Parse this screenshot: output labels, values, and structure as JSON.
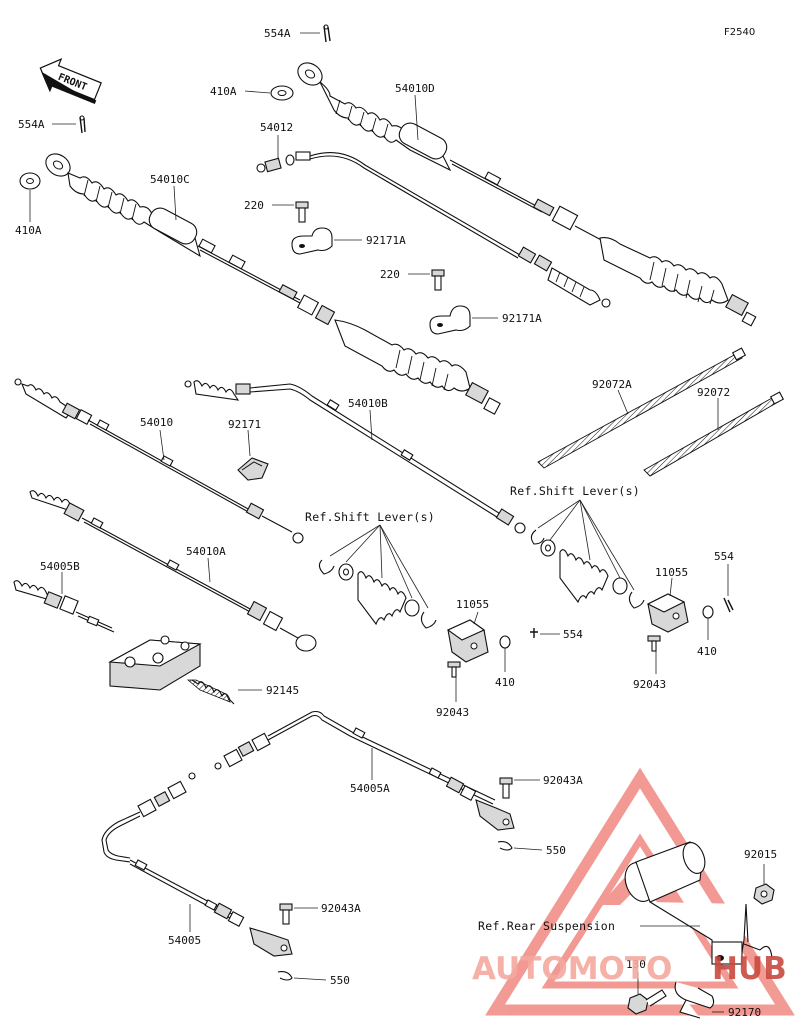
{
  "diagram_code": "F2540",
  "front_label": "FRONT",
  "watermark": {
    "word_a": "AUTOMOTO",
    "word_b": "HUB",
    "color_a": "#f4a99e",
    "color_b": "#c84a3f"
  },
  "labels": {
    "p554A_top": "554A",
    "p554A_left": "554A",
    "p410A_top": "410A",
    "p410A_left": "410A",
    "p54010D": "54010D",
    "p54012": "54012",
    "p54010C": "54010C",
    "p220_a": "220",
    "p92171A_a": "92171A",
    "p220_b": "220",
    "p92171A_b": "92171A",
    "p92072A": "92072A",
    "p92072": "92072",
    "p54010": "54010",
    "p92171": "92171",
    "p54010B": "54010B",
    "p54010A": "54010A",
    "p54005B": "54005B",
    "p92145": "92145",
    "p11055_mid": "11055",
    "p554_mid": "554",
    "p410_mid": "410",
    "p92043_mid": "92043",
    "p11055_right": "11055",
    "p554_right": "554",
    "p410_right": "410",
    "p92043_right": "92043",
    "p54005A": "54005A",
    "p92043A_a": "92043A",
    "p550_a": "550",
    "p54005": "54005",
    "p92043A_b": "92043A",
    "p550_b": "550",
    "p92015": "92015",
    "p130": "130",
    "p92170": "92170"
  },
  "refs": {
    "shift_lever_mid": "Ref.Shift Lever(s)",
    "shift_lever_right": "Ref.Shift Lever(s)",
    "rear_suspension": "Ref.Rear Suspension"
  },
  "icons": [
    "front-arrow-icon",
    "cotter-pin-icon",
    "washer-icon",
    "bolt-icon",
    "clamp-icon",
    "spring-icon",
    "clevis-icon",
    "pin-icon",
    "nut-icon",
    "cable-tie-icon",
    "watermark-triangle-icon"
  ]
}
